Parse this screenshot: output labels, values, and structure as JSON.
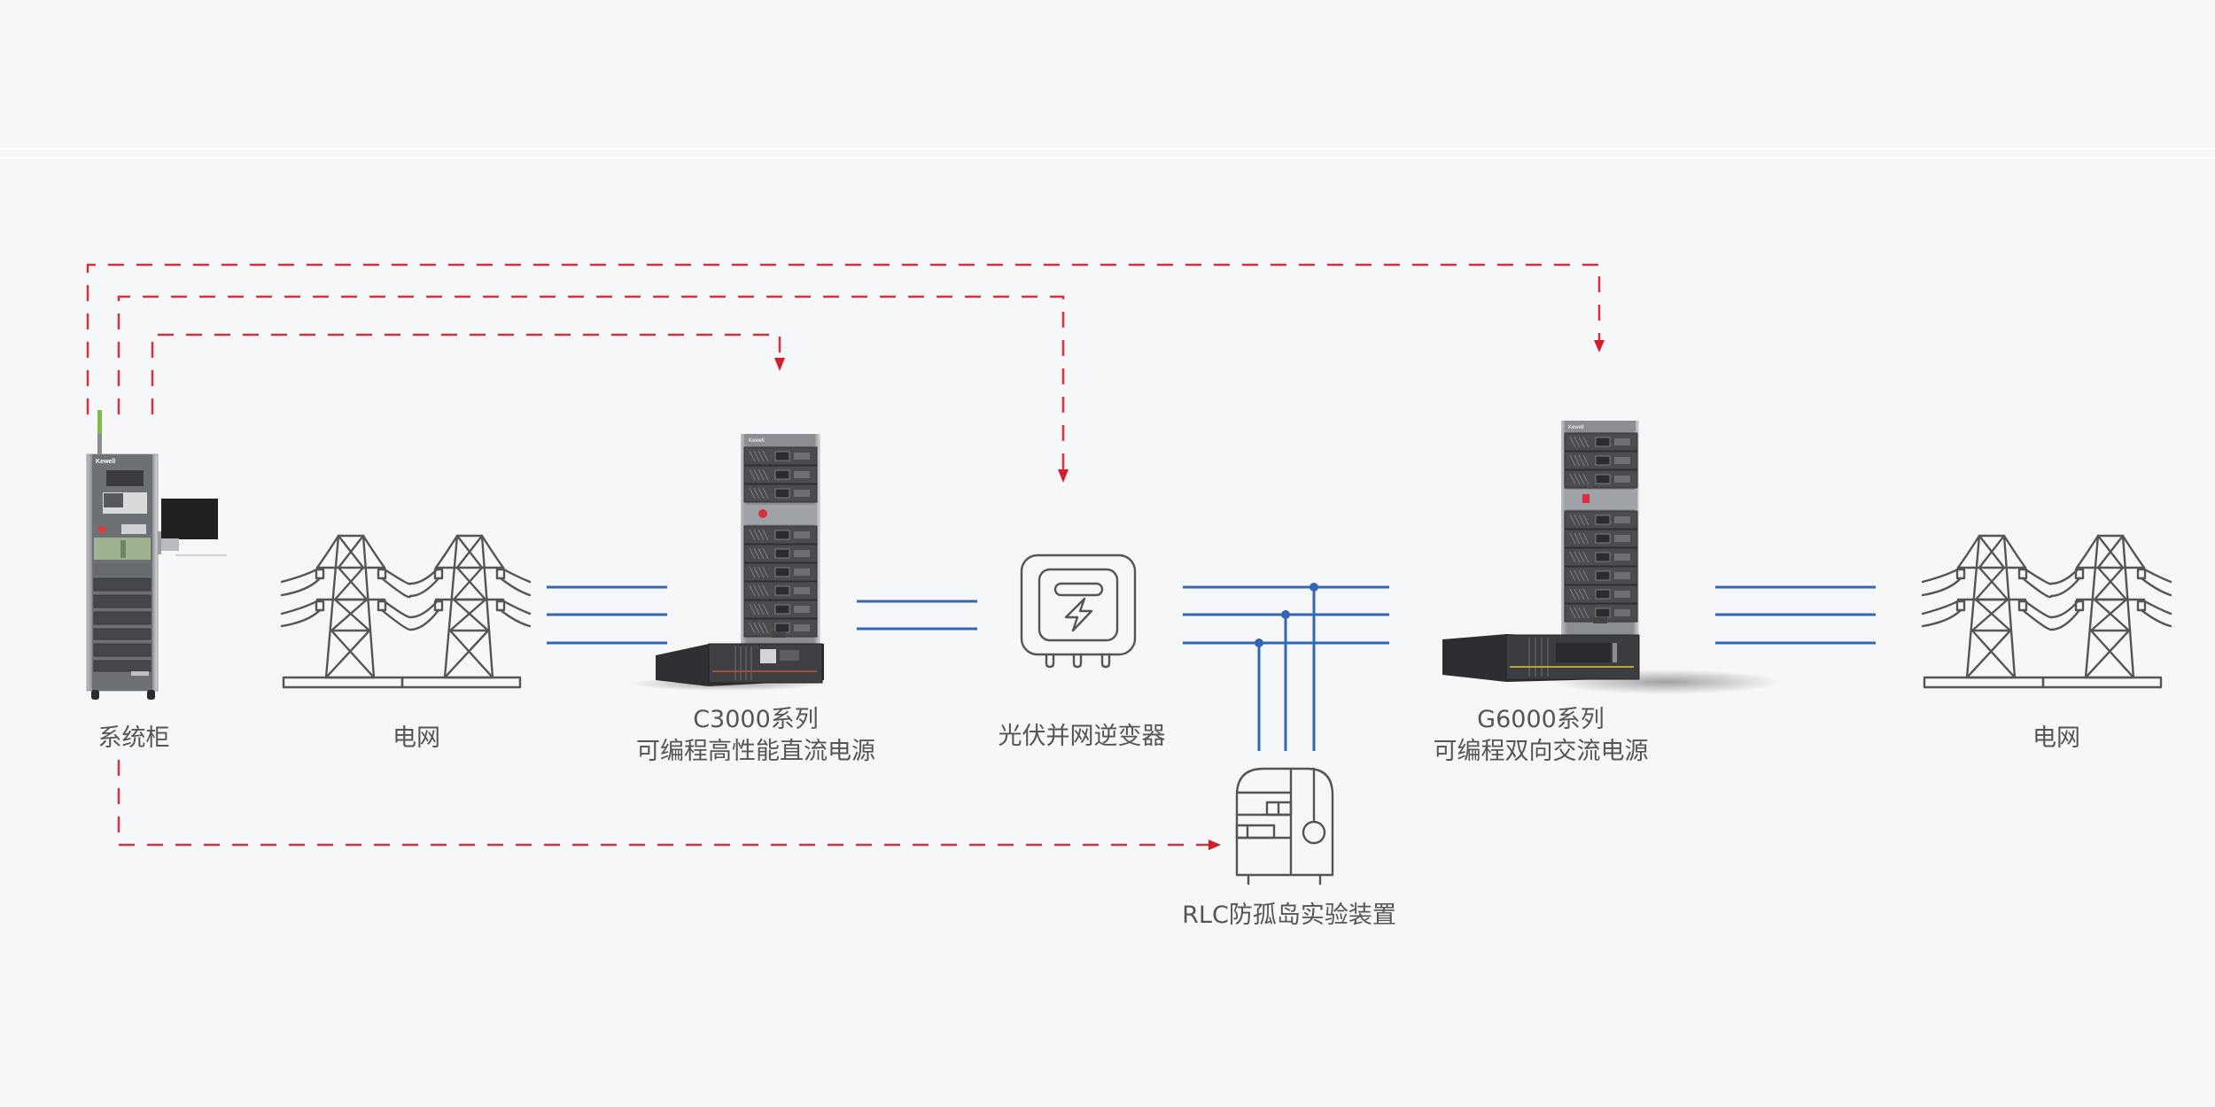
{
  "diagram": {
    "title": "光伏并网逆变器测试系统",
    "brand": "Kewell",
    "nodes": {
      "system_cabinet": {
        "label": "系统柜",
        "icon": "system-cabinet"
      },
      "grid_left": {
        "label": "电网",
        "icon": "power-tower"
      },
      "dc_source": {
        "line1": "C3000系列",
        "line2": "可编程高性能直流电源",
        "icon": "dc-power-rack"
      },
      "pv_inverter": {
        "label": "光伏并网逆变器",
        "icon": "inverter"
      },
      "rlc_device": {
        "label": "RLC防孤岛实验装置",
        "icon": "rlc-load"
      },
      "ac_source": {
        "line1": "G6000系列",
        "line2": "可编程双向交流电源",
        "icon": "ac-power-rack"
      },
      "grid_right": {
        "label": "电网",
        "icon": "power-tower"
      }
    },
    "connections": {
      "power": [
        {
          "from": "grid_left",
          "to": "dc_source",
          "lines": 3
        },
        {
          "from": "dc_source",
          "to": "pv_inverter",
          "lines": 2
        },
        {
          "from": "pv_inverter",
          "to": "ac_source",
          "lines": 3
        },
        {
          "from": "pv_inverter",
          "to": "rlc_device",
          "lines": 3
        },
        {
          "from": "ac_source",
          "to": "grid_right",
          "lines": 3
        }
      ],
      "control": [
        {
          "from": "system_cabinet",
          "to": "dc_source"
        },
        {
          "from": "system_cabinet",
          "to": "pv_inverter"
        },
        {
          "from": "system_cabinet",
          "to": "ac_source"
        },
        {
          "from": "system_cabinet",
          "to": "rlc_device"
        }
      ]
    },
    "colors": {
      "power_line": "#3565b5",
      "control_line": "#d7303f",
      "icon_stroke": "#555555",
      "background": "#f6f7f9"
    }
  }
}
